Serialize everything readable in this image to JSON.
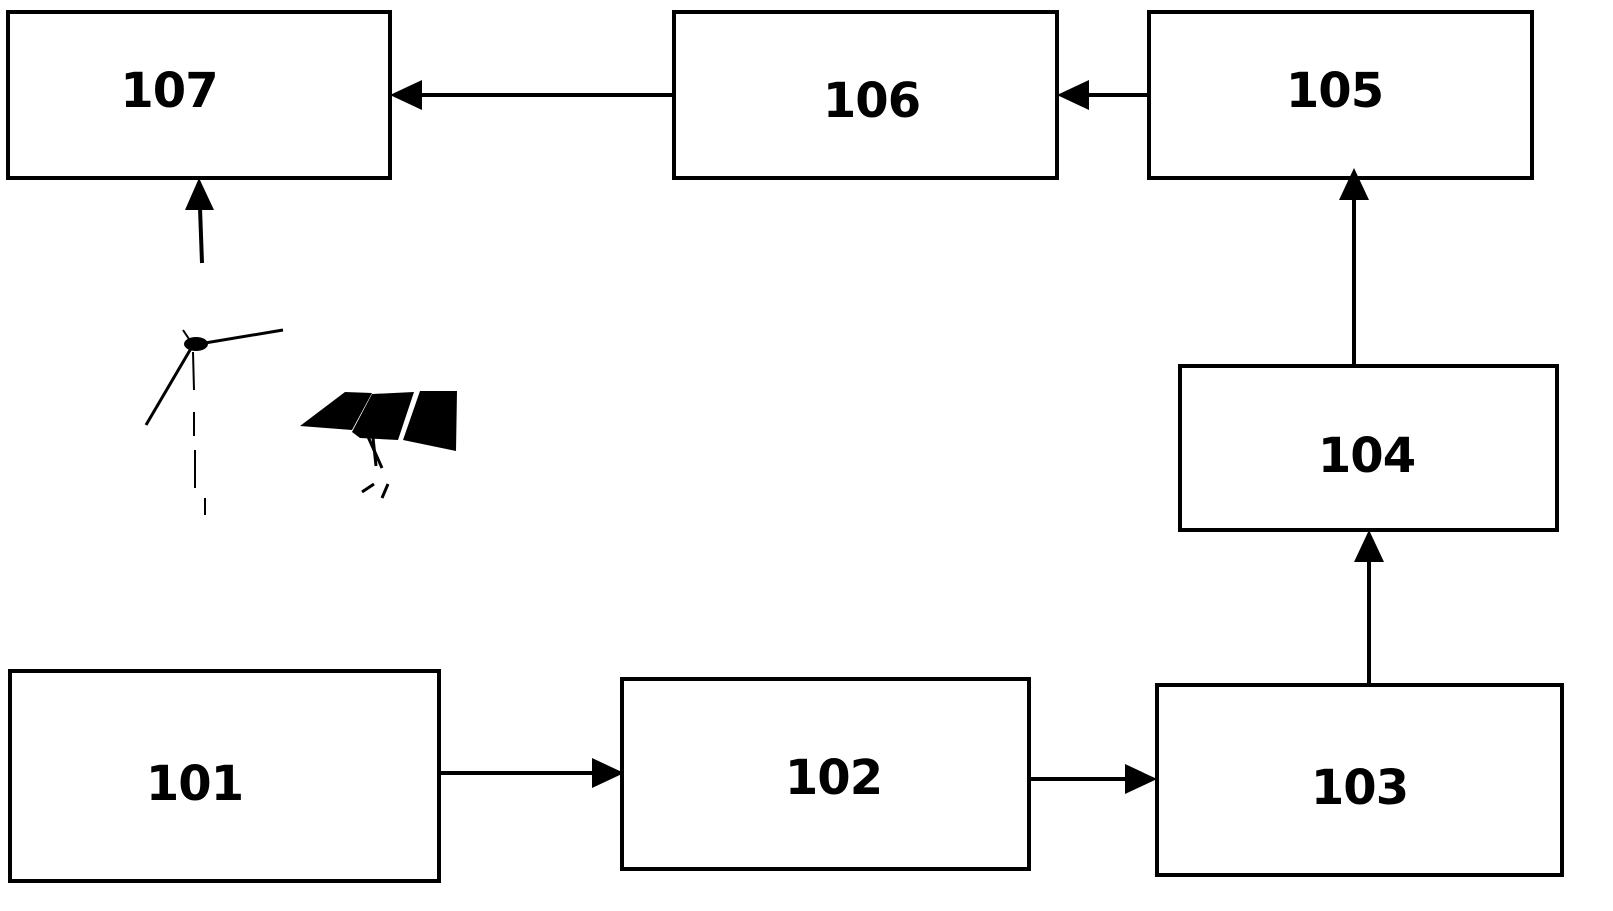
{
  "boxes": {
    "b101": "101",
    "b102": "102",
    "b103": "103",
    "b104": "104",
    "b105": "105",
    "b106": "106",
    "b107": "107"
  },
  "connections": [
    {
      "from": "101",
      "to": "102"
    },
    {
      "from": "102",
      "to": "103"
    },
    {
      "from": "103",
      "to": "104"
    },
    {
      "from": "104",
      "to": "105"
    },
    {
      "from": "105",
      "to": "106"
    },
    {
      "from": "106",
      "to": "107"
    },
    {
      "from": "energy-sources",
      "to": "107"
    }
  ],
  "icons": [
    "wind-turbine-icon",
    "solar-panel-icon"
  ],
  "colors": {
    "stroke": "#000000",
    "background": "#ffffff"
  }
}
